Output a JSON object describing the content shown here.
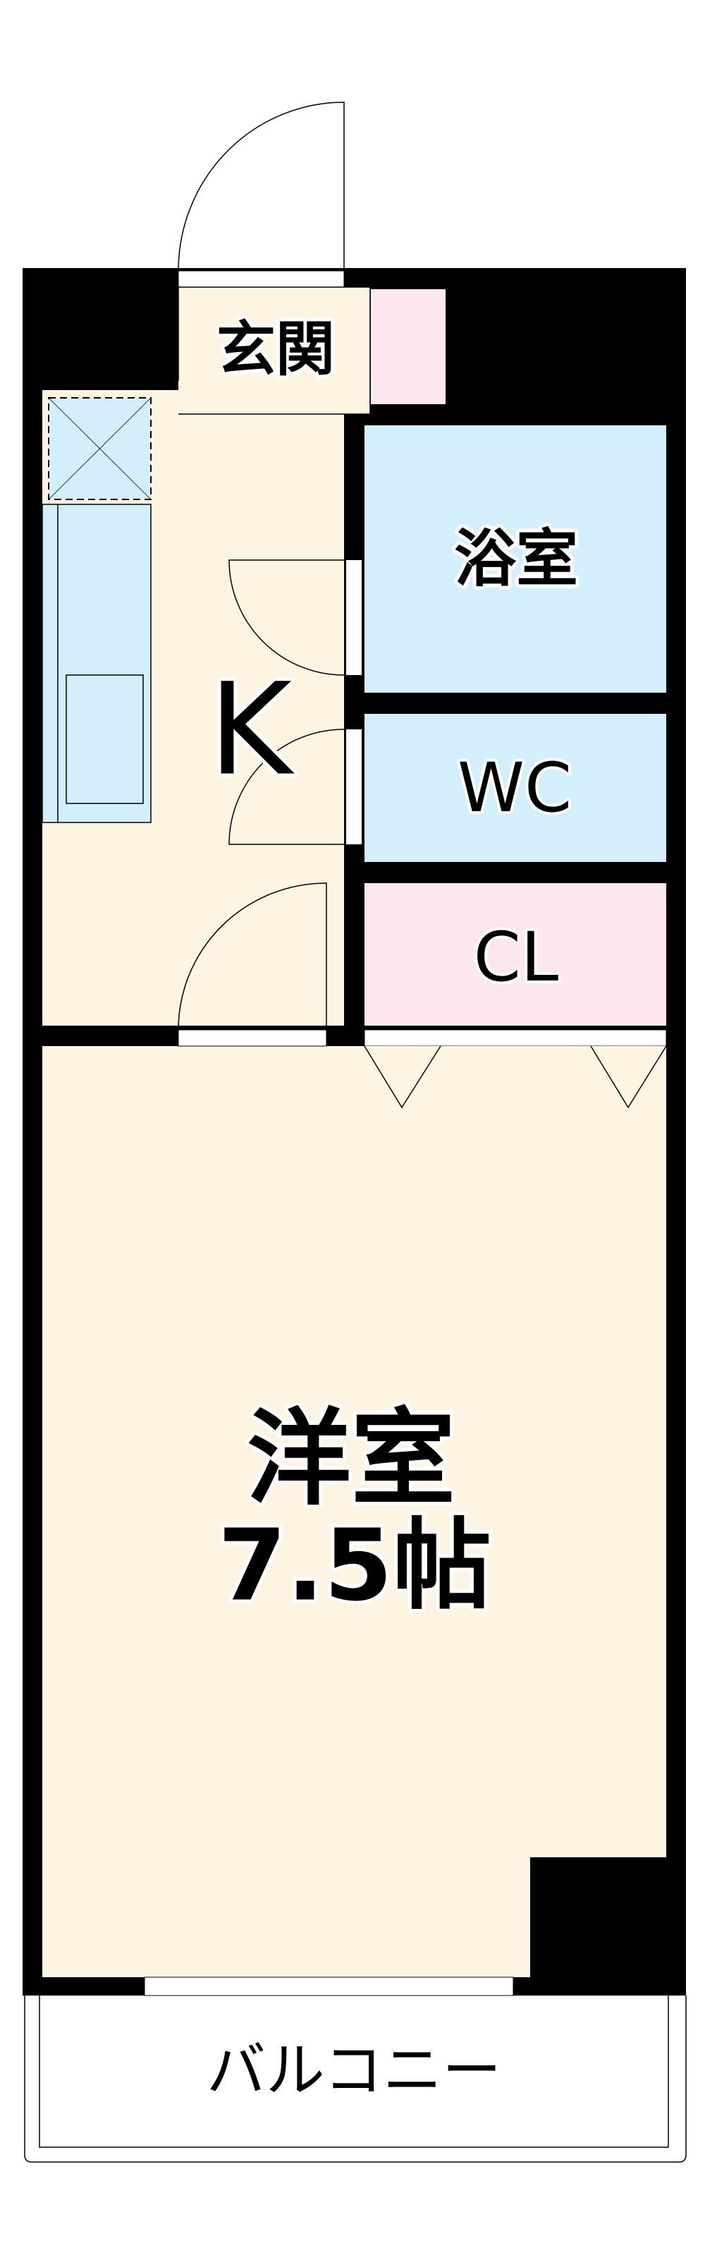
{
  "colors": {
    "wall": "#000000",
    "floor": "#fdf5e2",
    "wet_area": "#d2effb",
    "storage": "#fce6ef",
    "opening": "#ffffff"
  },
  "rooms": {
    "entrance": "玄関",
    "bath": "浴室",
    "toilet": "WC",
    "closet": "CL",
    "kitchen": "K",
    "western_room": "洋室",
    "western_room_size": "7.5帖",
    "balcony": "バルコニー"
  }
}
